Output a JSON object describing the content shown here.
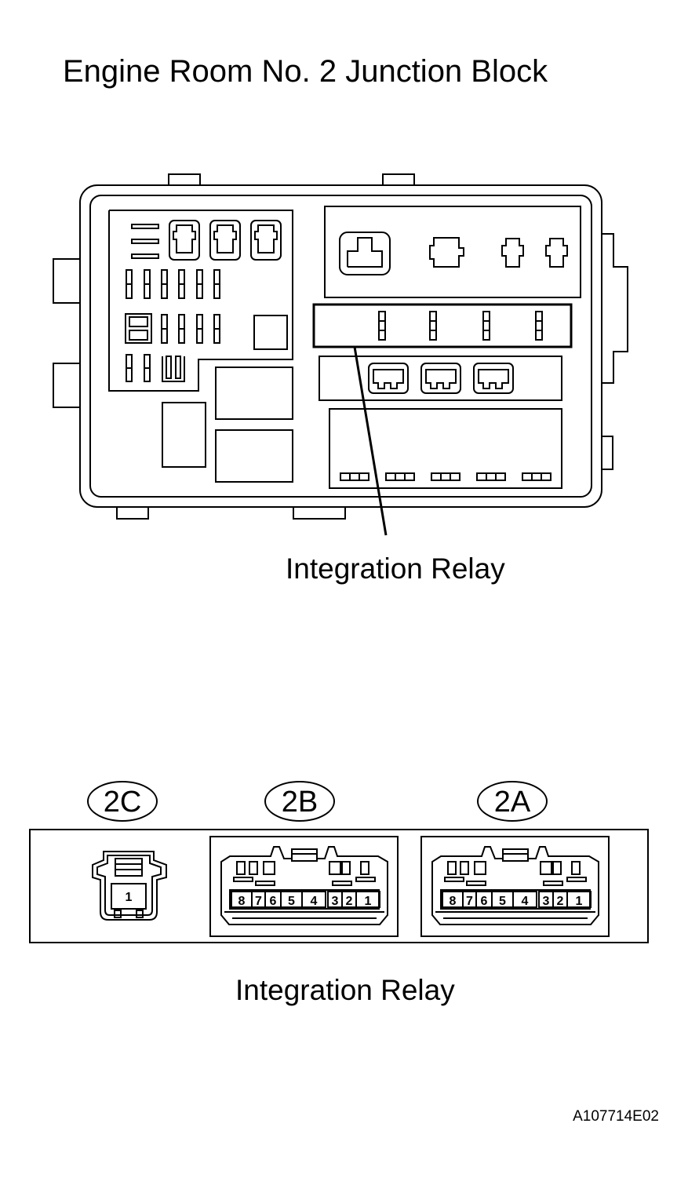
{
  "title": "Engine Room No. 2 Junction Block",
  "callout_label": "Integration Relay",
  "connector_group_label": "Integration Relay",
  "figure_code": "A107714E02",
  "connectors": [
    {
      "id": "2C",
      "pins": [
        "1"
      ]
    },
    {
      "id": "2B",
      "pins": [
        "8",
        "7",
        "6",
        "5",
        "4",
        "3",
        "2",
        "1"
      ]
    },
    {
      "id": "2A",
      "pins": [
        "8",
        "7",
        "6",
        "5",
        "4",
        "3",
        "2",
        "1"
      ]
    }
  ]
}
